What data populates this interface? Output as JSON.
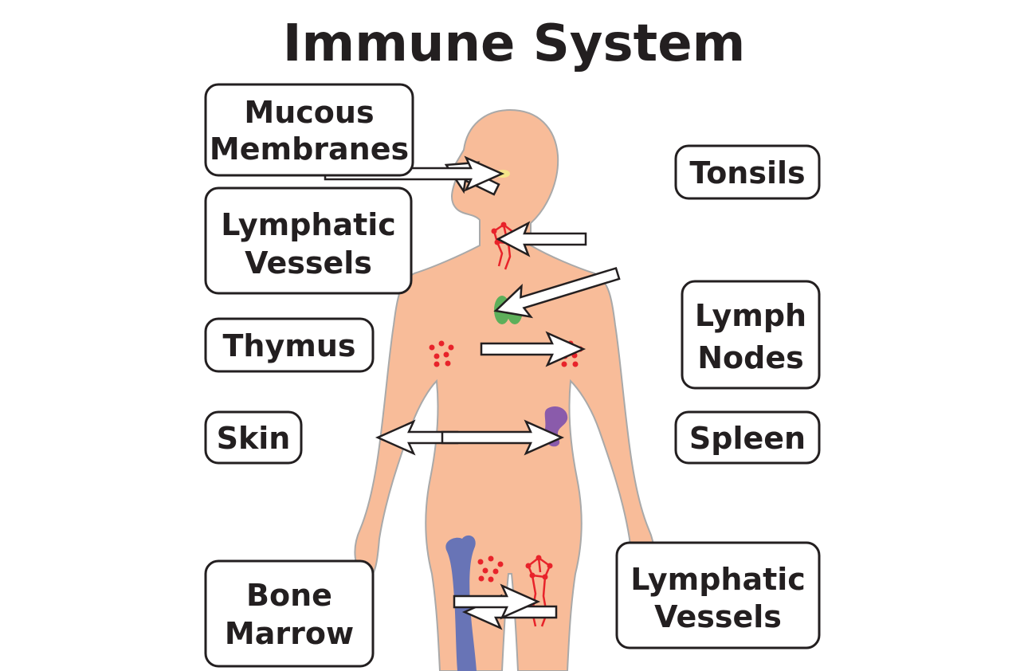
{
  "title": "Immune System",
  "labels": {
    "mucous": [
      "Mucous",
      "Membranes"
    ],
    "tonsils": "Tonsils",
    "lymphatic_upper": [
      "Lymphatic",
      "Vessels"
    ],
    "thymus": "Thymus",
    "lymph_nodes": [
      "Lymph",
      "Nodes"
    ],
    "skin": "Skin",
    "spleen": "Spleen",
    "bone_marrow": [
      "Bone",
      "Marrow"
    ],
    "lymphatic_lower": [
      "Lymphatic",
      "Vessels"
    ]
  },
  "colors": {
    "skin": "#f8bc99",
    "skin_outline": "#a9a9a9",
    "tonsils": "#f5e58a",
    "lymph": "#e8232a",
    "thymus": "#5daf5a",
    "spleen": "#8a5bab",
    "bone": "#6874b6",
    "text": "#231f20"
  }
}
